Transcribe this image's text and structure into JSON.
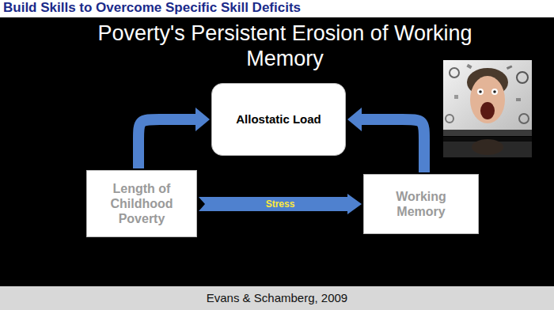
{
  "diagram": {
    "title": "Poverty's Persistent Erosion of Working Memory",
    "caption": "Evans & Schamberg, 2009",
    "nodes": [
      {
        "text": [
          "Allostatic Load"
        ]
      },
      {
        "text": [
          "Length of Childhood Poverty"
        ]
      },
      {
        "text": [
          "Working Memory"
        ]
      }
    ],
    "edges": [
      {
        "from": 1,
        "to": 0,
        "arrow": "to"
      },
      {
        "from": 1,
        "to": 2,
        "label": "Stress",
        "arrow": "to"
      },
      {
        "from": 2,
        "to": 0,
        "arrow": "to"
      }
    ],
    "labels": [
      "Build Skills to Overcome Specific Skill Deficits"
    ]
  }
}
